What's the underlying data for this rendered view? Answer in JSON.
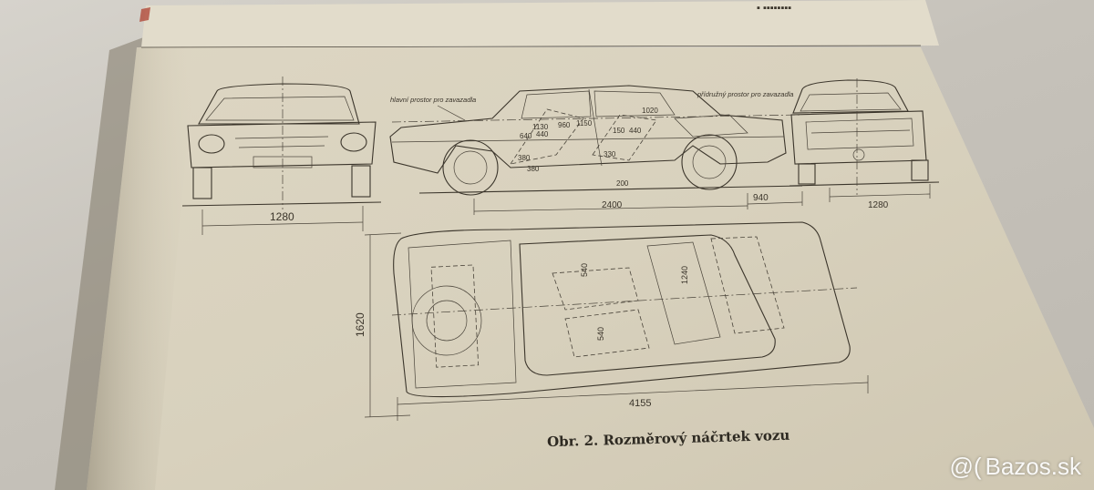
{
  "drawing": {
    "front_view": {
      "width_dim": "1280"
    },
    "side_view": {
      "label_main_trunk": "hlavní prostor pro zavazadla",
      "label_aux_trunk": "přídružný prostor pro zavazadla",
      "wheelbase_dim": "2400",
      "overhang_dim": "940",
      "seat_dims": [
        "1130",
        "640",
        "440",
        "960",
        "1150",
        "150",
        "380",
        "330",
        "380",
        "200",
        "440",
        "1020"
      ]
    },
    "rear_view": {
      "width_dim": "1280"
    },
    "top_view": {
      "width_dim": "1620",
      "length_dim": "4155",
      "seat_width_front": "540",
      "seat_width_rear": "540",
      "interior_width": "1240"
    }
  },
  "caption": {
    "text": "Obr. 2. Rozměrový náčrtek vozu"
  },
  "watermark": {
    "logo": "@(",
    "text": "Bazos.sk"
  }
}
